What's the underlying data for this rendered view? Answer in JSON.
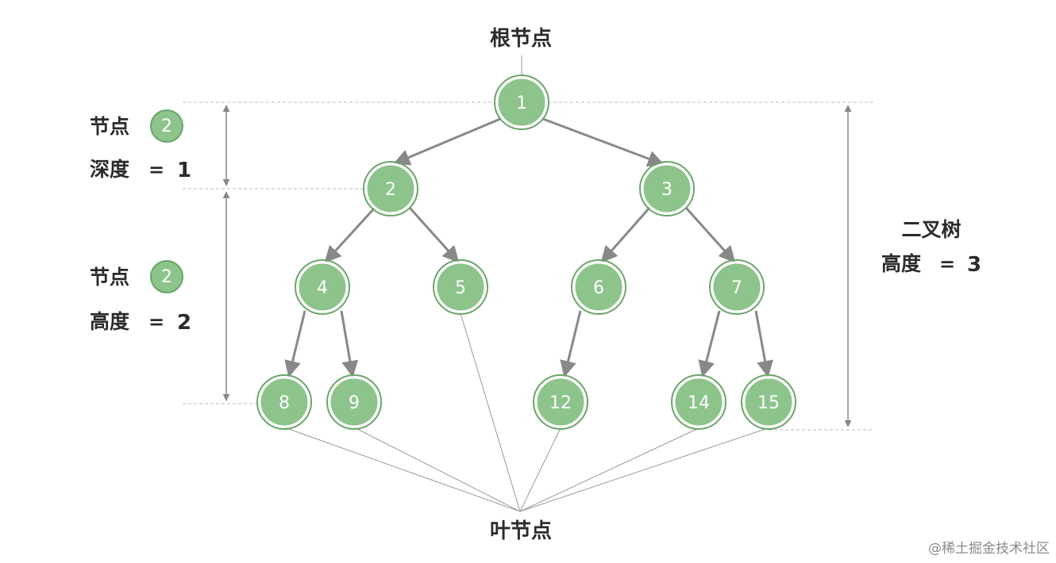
{
  "labels": {
    "root": "根节点",
    "leaf": "叶节点",
    "node_word": "节点",
    "depth_text": "深度",
    "height_text": "高度",
    "tree_text": "二叉树",
    "equals": "=",
    "depth_value": "1",
    "node_height_value": "2",
    "tree_height_value": "3",
    "legend_node_value": "2",
    "watermark": "@稀土掘金技术社区"
  },
  "tree": {
    "nodes": [
      "1",
      "2",
      "3",
      "4",
      "5",
      "6",
      "7",
      "8",
      "9",
      "12",
      "14",
      "15"
    ],
    "edges": [
      [
        "1",
        "2"
      ],
      [
        "1",
        "3"
      ],
      [
        "2",
        "4"
      ],
      [
        "2",
        "5"
      ],
      [
        "3",
        "6"
      ],
      [
        "3",
        "7"
      ],
      [
        "4",
        "8"
      ],
      [
        "4",
        "9"
      ],
      [
        "6",
        "12"
      ],
      [
        "7",
        "14"
      ],
      [
        "7",
        "15"
      ]
    ],
    "leaves": [
      "8",
      "9",
      "5",
      "12",
      "14",
      "15"
    ]
  },
  "colors": {
    "node_fill": "#8cc48c",
    "node_ring": "#6aa56a",
    "edge": "#888888",
    "guide": "#bbbbbb",
    "text": "#2b2b2b"
  }
}
